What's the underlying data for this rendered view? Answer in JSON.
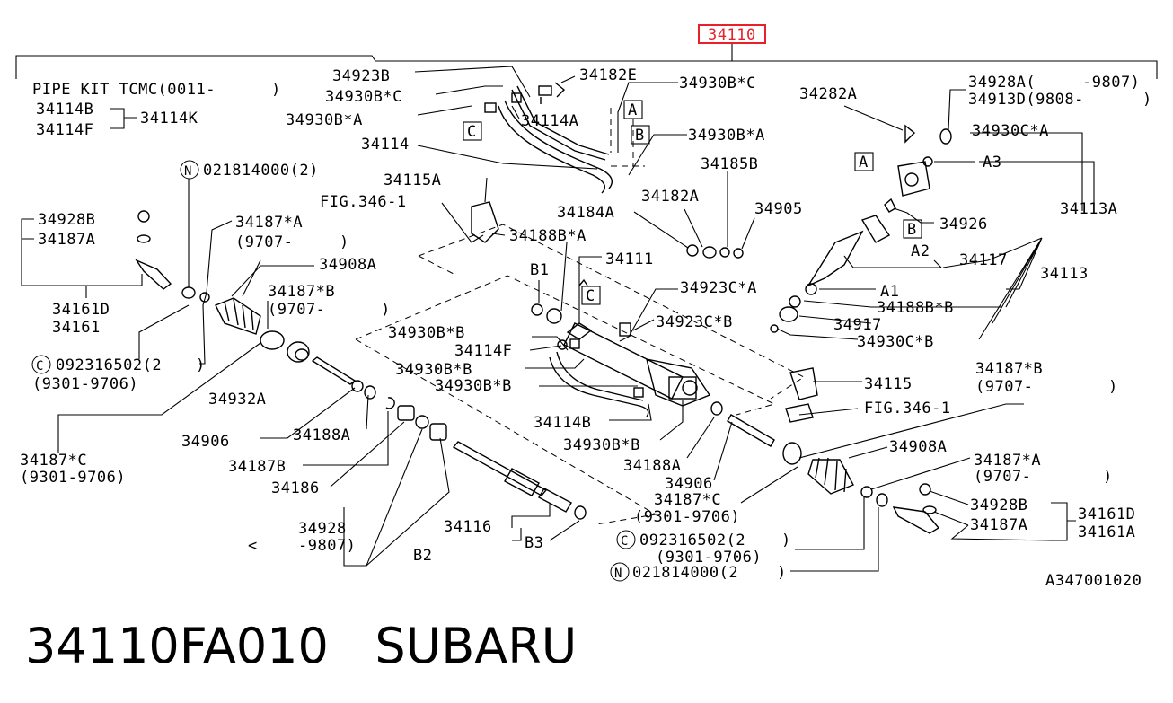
{
  "main_part": {
    "number": "34110",
    "highlight_color": "#e8202a"
  },
  "pipe_kit": {
    "title": "PIPE KIT TCMC(0011-",
    "title_close": ")",
    "items": [
      "34114B",
      "34114F"
    ],
    "kit": "34114K"
  },
  "labels": {
    "p34923B": "34923B",
    "p34930BxC_top": "34930B*C",
    "p34182E": "34182E",
    "p34930BxC_right": "34930B*C",
    "p34930BxA_1": "34930B*A",
    "p34114A": "34114A",
    "p34114": "34114",
    "p34930BxA_2": "34930B*A",
    "p34282A": "34282A",
    "p34928A": "34928A(",
    "p34928A_range": "-9807)",
    "p34913D": "34913D(9808-",
    "p34913D_close": ")",
    "p34930CxA": "34930C*A",
    "pA3": "A3",
    "p34185B": "34185B",
    "p34115A": "34115A",
    "fig346_1_top": "FIG.346-1",
    "p34182A": "34182A",
    "p34905": "34905",
    "p34184A": "34184A",
    "p34926": "34926",
    "p34113A": "34113A",
    "p34188BxA": "34188B*A",
    "pA2": "A2",
    "p34117": "34117",
    "pB1": "B1",
    "p34111": "34111",
    "p34113": "34113",
    "p34923CxA": "34923C*A",
    "pA1": "A1",
    "p34188BxB": "34188B*B",
    "p34923CxB": "34923C*B",
    "p34917": "34917",
    "p34930BxB_1": "34930B*B",
    "p34930CxB": "34930C*B",
    "p34114F": "34114F",
    "p34930BxB_2": "34930B*B",
    "p34930BxB_3": "34930B*B",
    "p34115": "34115",
    "p34187xB_right": "34187*B",
    "p34187xB_right_range": "(9707-",
    "p34187xB_right_close": ")",
    "fig346_1_bottom": "FIG.346-1",
    "p34114B": "34114B",
    "p34930BxB_4": "34930B*B",
    "p34928B_left": "34928B",
    "p34187A_left": "34187A",
    "p34187xA_left": "34187*A",
    "p34187xA_left_range": "(9707-",
    "p34187xA_left_close": ")",
    "p34908A_left": "34908A",
    "p34187xB_left": "34187*B",
    "p34187xB_left_range": "(9707-",
    "p34187xB_left_close": ")",
    "p34161D_left": "34161D",
    "p34161_left": "34161",
    "c092316502_left": "092316502(2",
    "c092316502_left_close": ")",
    "c092316502_left_range": "(9301-9706)",
    "p34932A": "34932A",
    "p34188A_left": "34188A",
    "p34906_left": "34906",
    "p34187xC_left": "34187*C",
    "p34187xC_left_range": "(9301-9706)",
    "p34187B": "34187B",
    "p34186": "34186",
    "p34928": "34928",
    "p34928_range": "-9807)",
    "p34928_open": "<",
    "pB2": "B2",
    "p34116": "34116",
    "pB3": "B3",
    "p34188A_right": "34188A",
    "p34906_right": "34906",
    "p34187xC_right": "34187*C",
    "p34187xC_right_range": "(9301-9706)",
    "p34908A_right": "34908A",
    "p34187xA_right": "34187*A",
    "p34187xA_right_range": "(9707-",
    "p34187xA_right_close": ")",
    "p34928B_right": "34928B",
    "p34187A_right": "34187A",
    "p34161D_right": "34161D",
    "p34161A_right": "34161A",
    "c092316502_right": "092316502(2",
    "c092316502_right_close": ")",
    "c092316502_right_range": "(9301-9706)",
    "n021814000_top": "021814000(2)",
    "n021814000_bottom": "021814000(2",
    "n021814000_bottom_close": ")",
    "diagram_code": "A347001020"
  },
  "callout_letters": {
    "A": "A",
    "B": "B",
    "C": "C",
    "N": "N",
    "Cc": "C"
  },
  "footer": {
    "part_number": "34110FA010",
    "brand": "SUBARU"
  }
}
